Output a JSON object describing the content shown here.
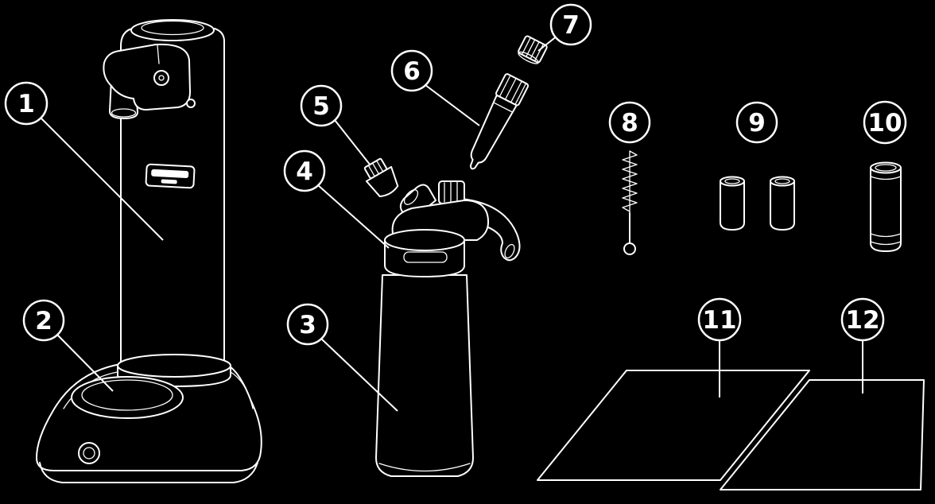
{
  "colors": {
    "background": "#000000",
    "line": "#ffffff"
  },
  "diagram": {
    "type": "exploded-parts-diagram",
    "callouts": [
      {
        "number": "1"
      },
      {
        "number": "2"
      },
      {
        "number": "3"
      },
      {
        "number": "4"
      },
      {
        "number": "5"
      },
      {
        "number": "6"
      },
      {
        "number": "7"
      },
      {
        "number": "8"
      },
      {
        "number": "9"
      },
      {
        "number": "10"
      },
      {
        "number": "11"
      },
      {
        "number": "12"
      }
    ]
  }
}
